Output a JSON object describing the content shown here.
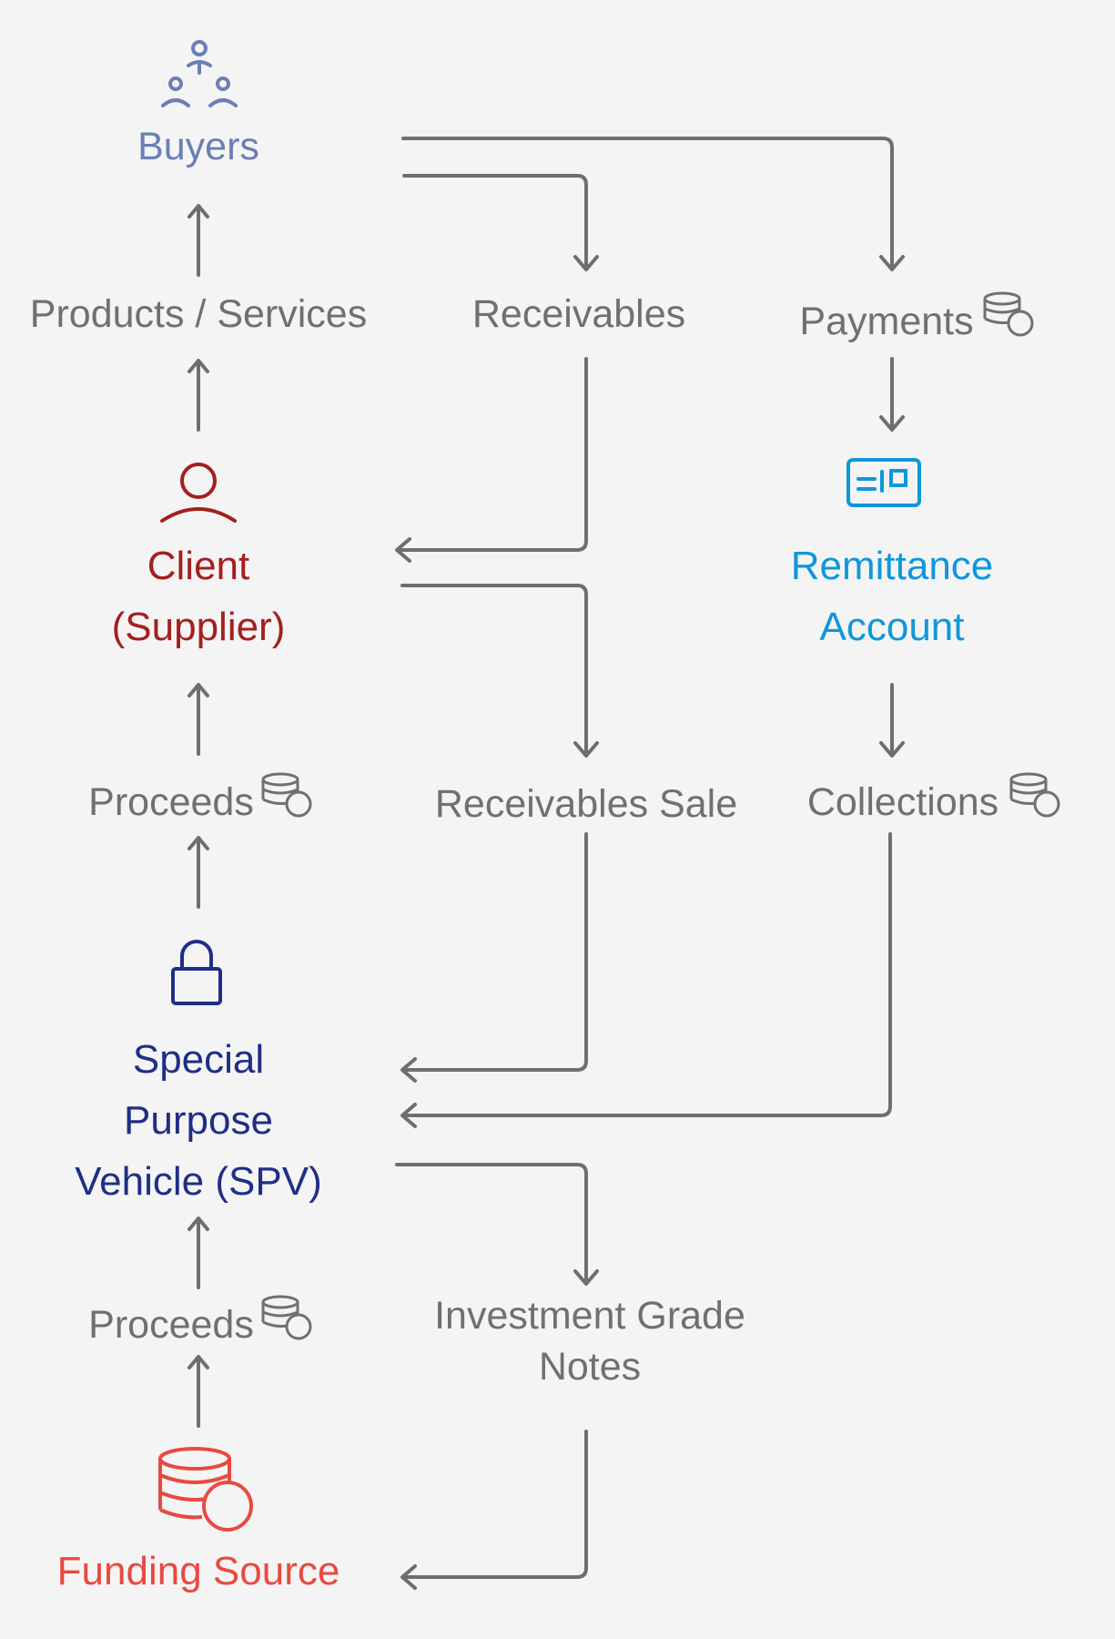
{
  "nodes": {
    "buyers": "Buyers",
    "products_services": "Products / Services",
    "receivables": "Receivables",
    "payments": "Payments",
    "client_line1": "Client",
    "client_line2": "(Supplier)",
    "remittance_line1": "Remittance",
    "remittance_line2": "Account",
    "proceeds_top": "Proceeds",
    "receivables_sale": "Receivables Sale",
    "collections": "Collections",
    "spv_line1": "Special",
    "spv_line2": "Purpose",
    "spv_line3": "Vehicle (SPV)",
    "proceeds_bottom": "Proceeds",
    "notes_line1": "Investment Grade",
    "notes_line2": "Notes",
    "funding_source": "Funding Source"
  },
  "icons": {
    "buyers": "people-network-icon",
    "client": "person-icon",
    "remittance": "account-card-icon",
    "spv": "lock-icon",
    "funding": "database-coin-icon",
    "money": "money-stack-icon"
  },
  "colors": {
    "background": "#f4f4f4",
    "text_gray": "#707070",
    "arrow": "#6e6e6e",
    "buyers": "#6b7fb4",
    "client": "#a41f1f",
    "remittance": "#0f97db",
    "spv": "#1f2f86",
    "funding": "#e84a41"
  }
}
